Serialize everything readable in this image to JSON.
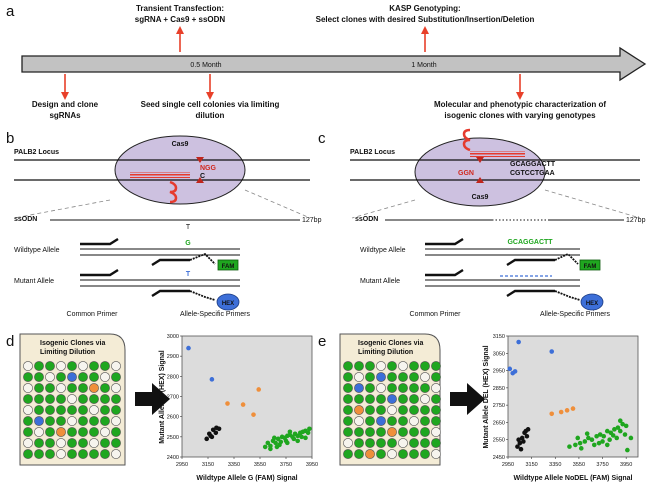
{
  "panel_labels": {
    "a": "a",
    "b": "b",
    "c": "c",
    "d": "d",
    "e": "e"
  },
  "timeline": {
    "tick_half": "0.5 Month",
    "tick_one": "1 Month",
    "step_transfection_1": "Transient Transfection:",
    "step_transfection_2": "sgRNA + Cas9 + ssODN",
    "step_kasp_1": "KASP Genotyping:",
    "step_kasp_2": "Select clones with desired Substitution/Insertion/Deletion",
    "step_design_1": "Design and clone",
    "step_design_2": "sgRNAs",
    "step_seed_1": "Seed single cell colonies via limiting",
    "step_seed_2": "dilution",
    "step_char_1": "Molecular and phenotypic characterization of",
    "step_char_2": "isogenic clones with varying genotypes"
  },
  "panel_b": {
    "locus": "PALB2 Locus",
    "cas9": "Cas9",
    "pam": "NGG",
    "c_base": "C",
    "ssodn": "ssODN",
    "t_base": "T",
    "length": "127bp",
    "wt_allele": "Wildtype Allele",
    "wt_base": "G",
    "mut_allele": "Mutant Allele",
    "mut_base": "T",
    "fam": "FAM",
    "hex": "HEX",
    "common_primer": "Common Primer",
    "as_primers": "Allele-Specific Primers"
  },
  "panel_c": {
    "locus": "PALB2 Locus",
    "seq_top": "GCAGGACTT",
    "seq_bottom": "CGTCCTGAA",
    "pam": "GGN",
    "cas9": "Cas9",
    "ssodn": "ssODN",
    "length": "127bp",
    "wt_allele": "Wildtype Allele",
    "wt_seq": "GCAGGACTT",
    "mut_allele": "Mutant Allele",
    "fam": "FAM",
    "hex": "HEX",
    "common_primer": "Common Primer",
    "as_primers": "Allele-Specific Primers"
  },
  "panel_d": {
    "plate_title_1": "Isogenic Clones via",
    "plate_title_2": "Limiting Dilution"
  },
  "panel_e": {
    "plate_title_1": "Isogenic Clones via",
    "plate_title_2": "Limiting Dilution"
  },
  "colors": {
    "arrow": "#e8402a",
    "cas9_fill": "#cdc1e0",
    "pam": "#d0281e",
    "fam": "#1fa61f",
    "hex": "#3d6fd8",
    "orange": "#ef8f3b",
    "black": "#111111",
    "plot_bg": "#dcdcdc",
    "plate_bg": "#f4ecd6"
  },
  "chart_data": [
    {
      "type": "scatter",
      "xlabel": "Wildtype Allele G (FAM) Signal",
      "ylabel": "Mutant Allele T (HEX) Signal",
      "xlim": [
        2950,
        3950
      ],
      "ylim": [
        2400,
        3000
      ],
      "xticks": [
        2950,
        3150,
        3350,
        3550,
        3750,
        3950
      ],
      "yticks": [
        2400,
        2500,
        2600,
        2700,
        2800,
        2900,
        3000
      ],
      "series": [
        {
          "color": "#3d6fd8",
          "points": [
            [
              3000,
              2940
            ],
            [
              3180,
              2785
            ]
          ]
        },
        {
          "color": "#ef8f3b",
          "points": [
            [
              3300,
              2665
            ],
            [
              3420,
              2660
            ],
            [
              3500,
              2610
            ],
            [
              3540,
              2735
            ]
          ]
        },
        {
          "color": "#111111",
          "points": [
            [
              3140,
              2490
            ],
            [
              3160,
              2515
            ],
            [
              3170,
              2505
            ],
            [
              3190,
              2535
            ],
            [
              3210,
              2520
            ],
            [
              3215,
              2545
            ],
            [
              3235,
              2540
            ],
            [
              3180,
              2500
            ]
          ]
        },
        {
          "color": "#1fa61f",
          "points": [
            [
              3590,
              2450
            ],
            [
              3610,
              2470
            ],
            [
              3630,
              2455
            ],
            [
              3650,
              2480
            ],
            [
              3670,
              2470
            ],
            [
              3690,
              2490
            ],
            [
              3710,
              2475
            ],
            [
              3720,
              2500
            ],
            [
              3740,
              2495
            ],
            [
              3760,
              2505
            ],
            [
              3780,
              2510
            ],
            [
              3800,
              2500
            ],
            [
              3820,
              2515
            ],
            [
              3840,
              2505
            ],
            [
              3860,
              2520
            ],
            [
              3880,
              2525
            ],
            [
              3900,
              2530
            ],
            [
              3920,
              2520
            ],
            [
              3700,
              2460
            ],
            [
              3750,
              2480
            ],
            [
              3810,
              2490
            ],
            [
              3870,
              2500
            ],
            [
              3630,
              2440
            ],
            [
              3680,
              2450
            ],
            [
              3760,
              2470
            ],
            [
              3840,
              2480
            ],
            [
              3900,
              2495
            ],
            [
              3930,
              2540
            ],
            [
              3660,
              2495
            ],
            [
              3780,
              2525
            ]
          ]
        }
      ]
    },
    {
      "type": "scatter",
      "xlabel": "Wildtype Allele NoDEL (FAM) Signal",
      "ylabel": "Mutant Allele DEL (HEX) Signal",
      "xlim": [
        2950,
        4050
      ],
      "ylim": [
        2450,
        3150
      ],
      "xticks": [
        2950,
        3150,
        3350,
        3550,
        3750,
        3950
      ],
      "yticks": [
        2450,
        2550,
        2650,
        2750,
        2850,
        2950,
        3050,
        3150
      ],
      "series": [
        {
          "color": "#3d6fd8",
          "points": [
            [
              2965,
              2960
            ],
            [
              2990,
              2935
            ],
            [
              3010,
              2945
            ],
            [
              3040,
              3115
            ],
            [
              3320,
              3060
            ]
          ]
        },
        {
          "color": "#ef8f3b",
          "points": [
            [
              3320,
              2700
            ],
            [
              3400,
              2710
            ],
            [
              3450,
              2720
            ],
            [
              3500,
              2730
            ]
          ]
        },
        {
          "color": "#111111",
          "points": [
            [
              3030,
              2510
            ],
            [
              3050,
              2530
            ],
            [
              3070,
              2560
            ],
            [
              3080,
              2540
            ],
            [
              3090,
              2590
            ],
            [
              3100,
              2600
            ],
            [
              3110,
              2570
            ],
            [
              3060,
              2495
            ],
            [
              3040,
              2550
            ],
            [
              3120,
              2610
            ]
          ]
        },
        {
          "color": "#1fa61f",
          "points": [
            [
              3470,
              2510
            ],
            [
              3520,
              2520
            ],
            [
              3560,
              2530
            ],
            [
              3600,
              2540
            ],
            [
              3630,
              2560
            ],
            [
              3660,
              2550
            ],
            [
              3700,
              2570
            ],
            [
              3730,
              2580
            ],
            [
              3760,
              2570
            ],
            [
              3790,
              2600
            ],
            [
              3820,
              2590
            ],
            [
              3850,
              2610
            ],
            [
              3880,
              2620
            ],
            [
              3900,
              2600
            ],
            [
              3920,
              2640
            ],
            [
              3950,
              2630
            ],
            [
              3570,
              2500
            ],
            [
              3680,
              2520
            ],
            [
              3750,
              2540
            ],
            [
              3810,
              2550
            ],
            [
              3870,
              2560
            ],
            [
              3940,
              2580
            ],
            [
              3990,
              2560
            ],
            [
              3960,
              2490
            ],
            [
              3620,
              2585
            ],
            [
              3720,
              2530
            ],
            [
              3840,
              2575
            ],
            [
              3900,
              2660
            ],
            [
              3540,
              2560
            ],
            [
              3790,
              2520
            ]
          ]
        }
      ]
    }
  ]
}
